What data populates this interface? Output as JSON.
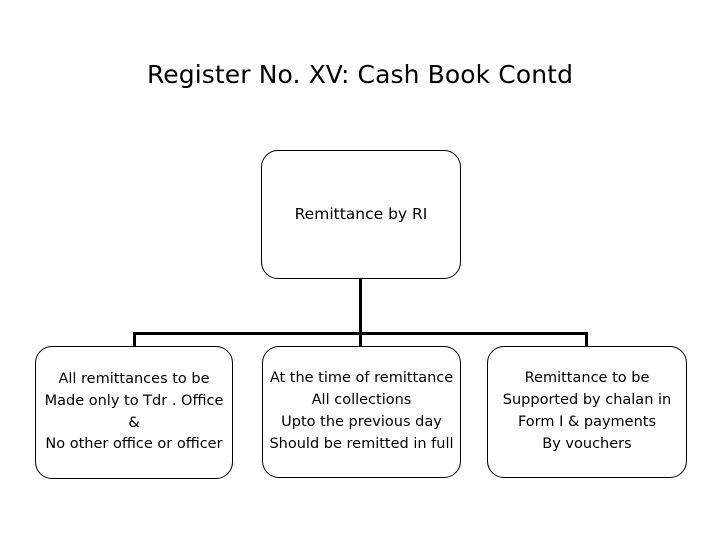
{
  "slide": {
    "title": "Register No. XV: Cash Book Contd",
    "background_color": "#ffffff",
    "text_color": "#000000",
    "line_color": "#000000"
  },
  "diagram": {
    "type": "org-chart",
    "root": {
      "label": "Remittance by RI"
    },
    "children": [
      {
        "label": "All remittances to be\nMade only to Tdr . Office\n&\nNo other office or officer"
      },
      {
        "label": "At the time of remittance\nAll collections\nUpto the previous day\nShould be remitted in full"
      },
      {
        "label": "Remittance to be\nSupported by chalan in\nForm I & payments\nBy vouchers"
      }
    ]
  }
}
